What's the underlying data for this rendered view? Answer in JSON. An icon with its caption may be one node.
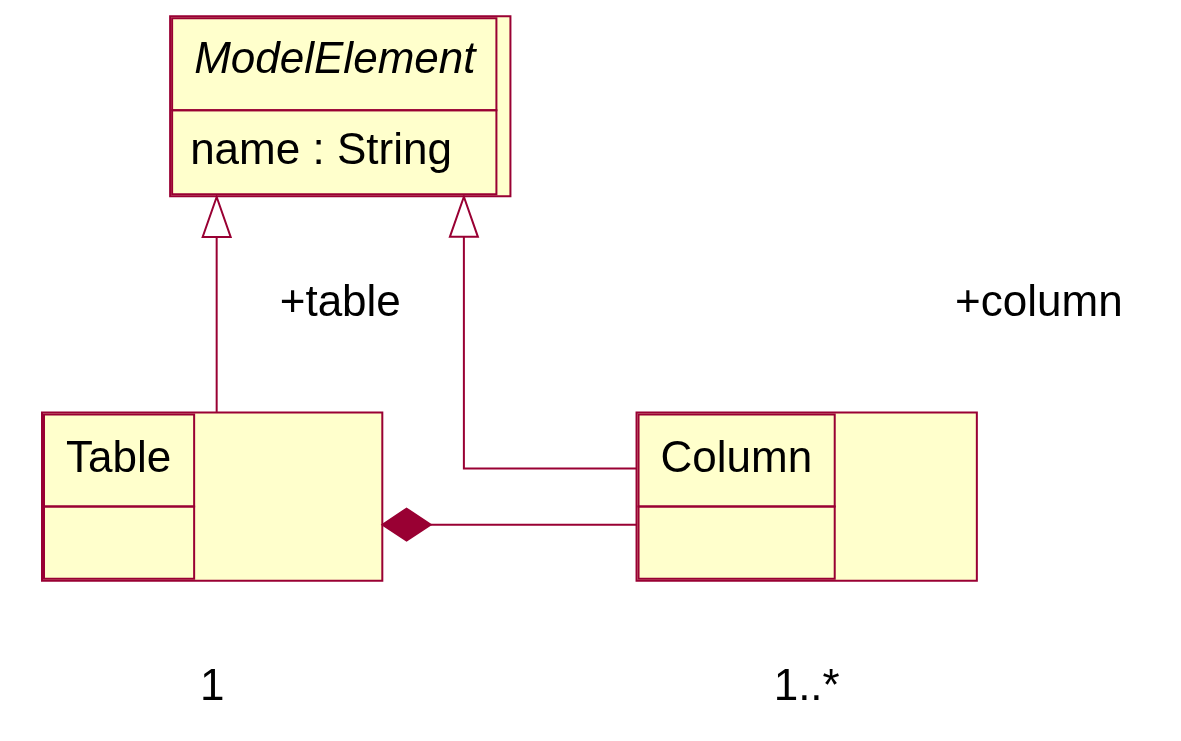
{
  "diagram": {
    "nodes": [
      {
        "text": [
          "ModelElement",
          "name : String"
        ]
      },
      {
        "text": [
          "Table"
        ]
      },
      {
        "text": [
          "Column"
        ]
      }
    ],
    "edges": [
      {
        "from": 1,
        "to": 0,
        "arrow": "to"
      },
      {
        "from": 2,
        "to": 0,
        "arrow": "to"
      },
      {
        "from": 1,
        "to": 2,
        "arrow": "other"
      }
    ],
    "labels": [
      "+table",
      "1",
      "+column",
      "1..*"
    ]
  }
}
